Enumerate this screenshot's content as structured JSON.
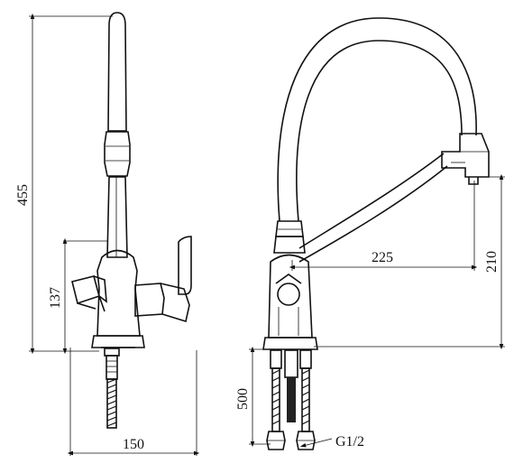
{
  "dimensions": {
    "total_height": "455",
    "lever_height": "137",
    "base_width": "150",
    "spout_reach": "225",
    "spout_height": "210",
    "hose_length": "500",
    "thread": "G1/2"
  }
}
